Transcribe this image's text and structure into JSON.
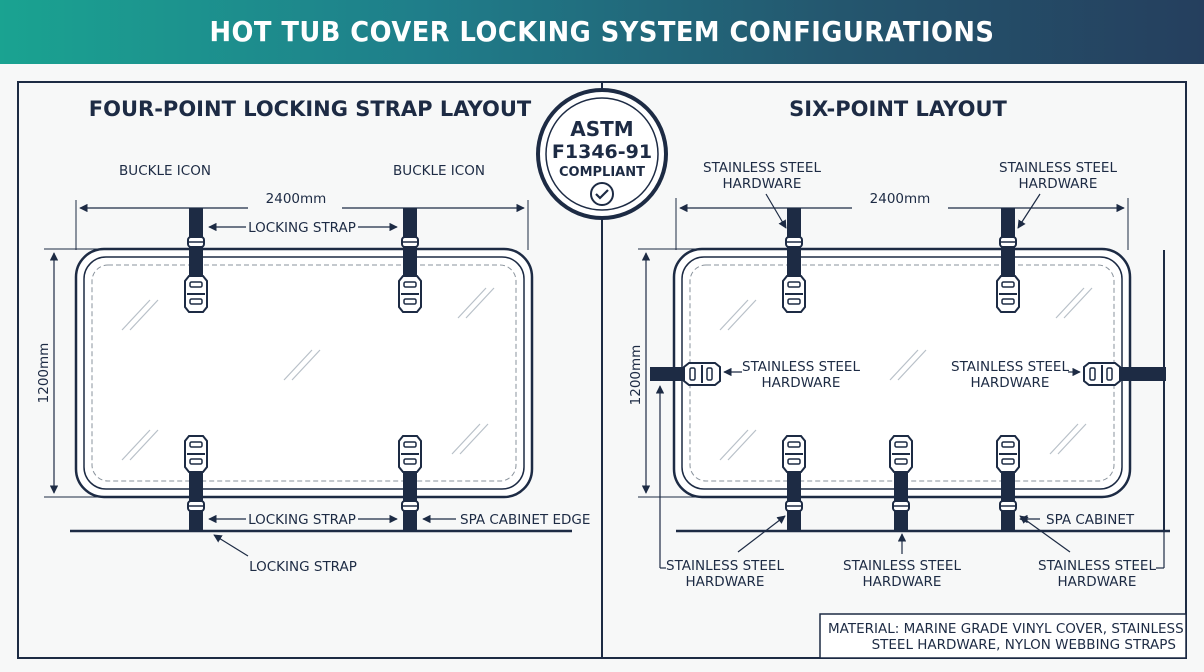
{
  "title": "HOT TUB COVER LOCKING SYSTEM CONFIGURATIONS",
  "left_panel": {
    "heading": "FOUR-POINT LOCKING STRAP LAYOUT",
    "buckle_icon_left": "BUCKLE ICON",
    "buckle_icon_right": "BUCKLE ICON",
    "width_dim": "2400mm",
    "height_dim": "1200mm",
    "locking_strap_top": "LOCKING STRAP",
    "locking_strap_bottom": "LOCKING STRAP",
    "locking_strap_under": "LOCKING STRAP",
    "cabinet_edge": "SPA CABINET EDGE"
  },
  "seal": {
    "line1": "ASTM",
    "line2": "F1346-91",
    "line3": "COMPLIANT"
  },
  "right_panel": {
    "heading": "SIX-POINT LAYOUT",
    "width_dim": "2400mm",
    "height_dim": "1200mm",
    "hw_top_left": [
      "STAINLESS STEEL",
      "HARDWARE"
    ],
    "hw_top_right": [
      "STAINLESS STEEL",
      "HARDWARE"
    ],
    "hw_mid_left": [
      "STAINLESS STEEL",
      "HARDWARE"
    ],
    "hw_mid_right": [
      "STAINLESS STEEL",
      "HARDWARE"
    ],
    "hw_bot_left": [
      "STAINLESS STEEL",
      "HARDWARE"
    ],
    "hw_bot_mid": [
      "STAINLESS STEEL",
      "HARDWARE"
    ],
    "hw_bot_right": [
      "STAINLESS STEEL",
      "HARDWARE"
    ],
    "cabinet": "SPA CABINET"
  },
  "material_note": [
    "MATERIAL: MARINE GRADE VINYL COVER, STAINLESS",
    "STEEL HARDWARE, NYLON WEBBING STRAPS"
  ],
  "colors": {
    "navy": "#1d2b44",
    "teal": "#1aa391",
    "background": "#f7f8f8"
  }
}
